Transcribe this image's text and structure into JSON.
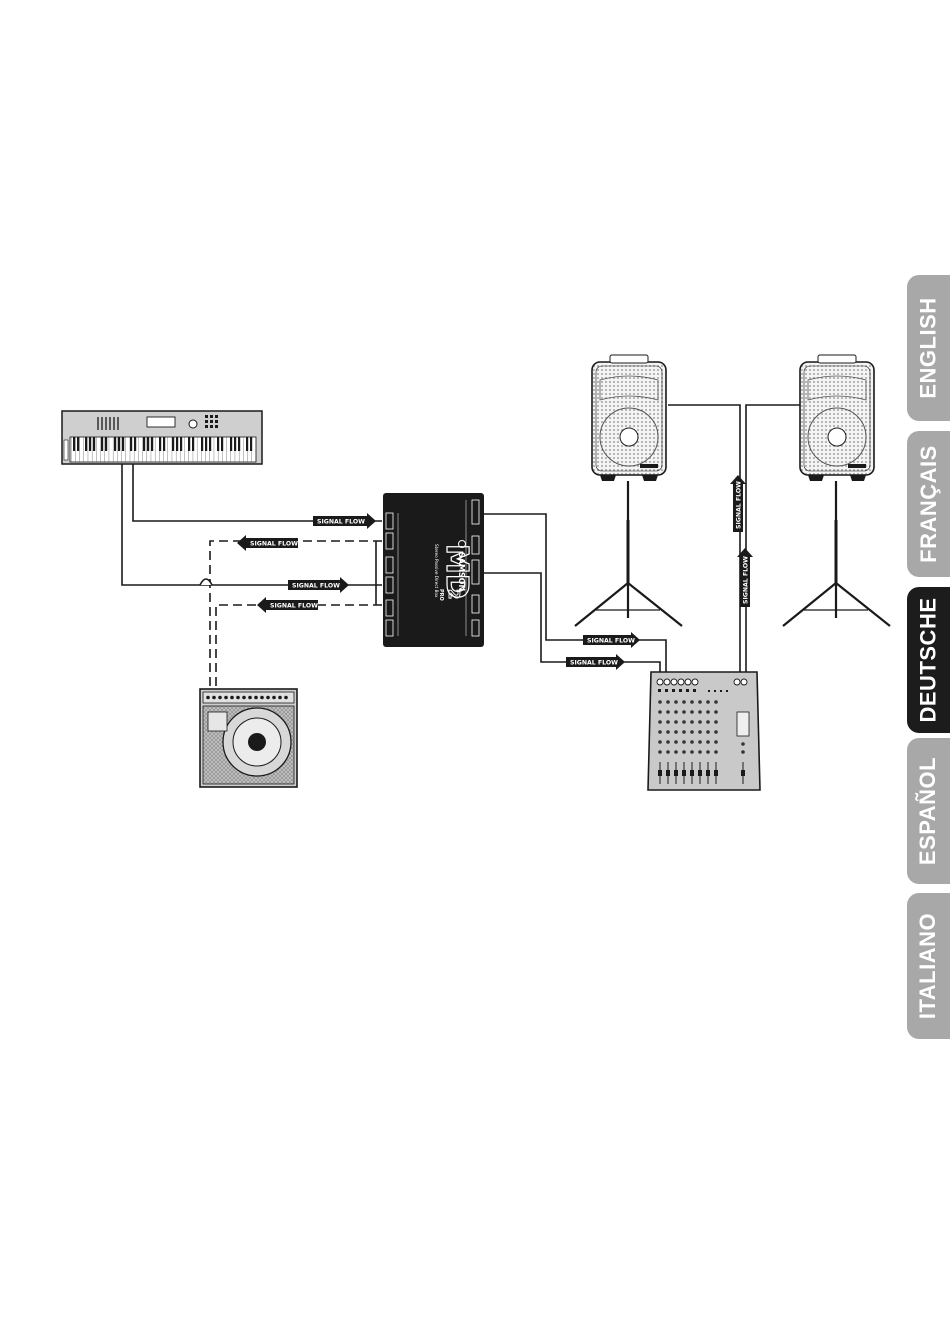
{
  "language_tabs": [
    {
      "label": "ENGLISH",
      "active": false
    },
    {
      "label": "FRANÇAIS",
      "active": false
    },
    {
      "label": "DEUTSCHE",
      "active": true
    },
    {
      "label": "ESPAÑOL",
      "active": false
    },
    {
      "label": "ITALIANO",
      "active": false
    }
  ],
  "colors": {
    "tab_inactive": "#a8a8a8",
    "tab_active": "#1c1c1c",
    "tab_text": "#ffffff",
    "line": "#1a1a1a",
    "device_gray": "#cfcfcf"
  },
  "signal_flow_label": "SIGNAL FLOW",
  "di_box": {
    "brand": "SAMSON",
    "model": "MD",
    "model_suffix": "2",
    "pro_badge": "PRO",
    "subtitle": "Stereo Passive Direct Box"
  }
}
